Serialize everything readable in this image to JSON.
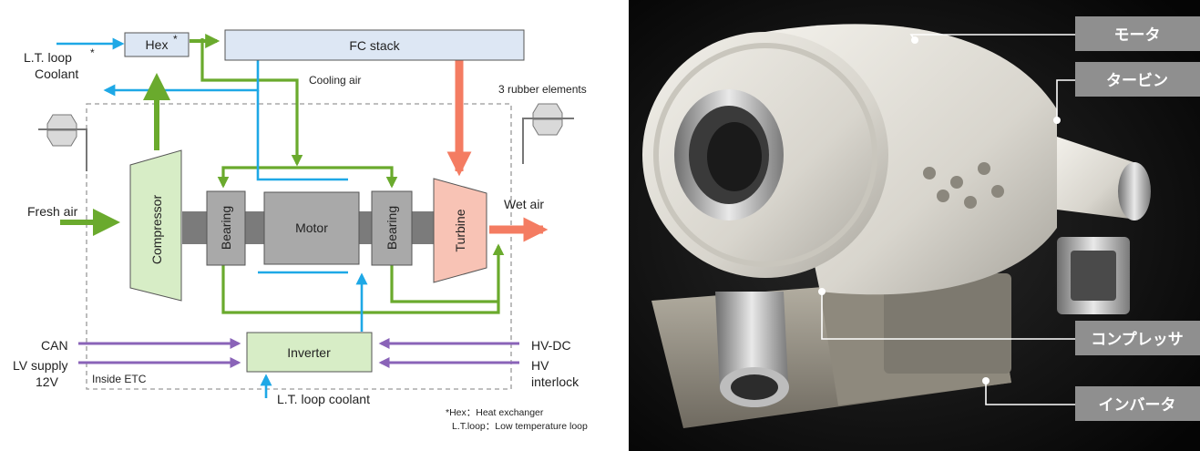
{
  "diagram": {
    "hex": "Hex",
    "hex_star": "*",
    "fc_stack": "FC stack",
    "lt_loop_line1": "L.T. loop",
    "lt_loop_star": "*",
    "lt_loop_line2": "Coolant",
    "cooling_air": "Cooling air",
    "rubber_elements": "3 rubber elements",
    "fresh_air": "Fresh air",
    "wet_air": "Wet air",
    "compressor": "Compressor",
    "bearing_left": "Bearing",
    "motor": "Motor",
    "bearing_right": "Bearing",
    "turbine": "Turbine",
    "can": "CAN",
    "lv_supply_line1": "LV supply",
    "lv_supply_line2": "12V",
    "inverter": "Inverter",
    "hv_dc": "HV-DC",
    "hv_interlock_line1": "HV",
    "hv_interlock_line2": "interlock",
    "inside_etc": "Inside ETC",
    "lt_loop_coolant": "L.T. loop coolant",
    "footnote_1": "*Hex：Heat exchanger",
    "footnote_2": "L.T.loop：Low temperature loop",
    "colors": {
      "green": "#6aaa2d",
      "blue": "#1ea8e6",
      "salmon": "#f47c62",
      "purple": "#8a63b8",
      "hex_fill": "#dde7f4",
      "compressor_fill": "#d7edc6",
      "turbine_fill": "#f8c3b5",
      "gray_box": "#a9a9a9",
      "shaft": "#7b7b7b"
    }
  },
  "photo": {
    "labels": [
      "モータ",
      "タービン",
      "コンプレッサ",
      "インバータ"
    ]
  }
}
